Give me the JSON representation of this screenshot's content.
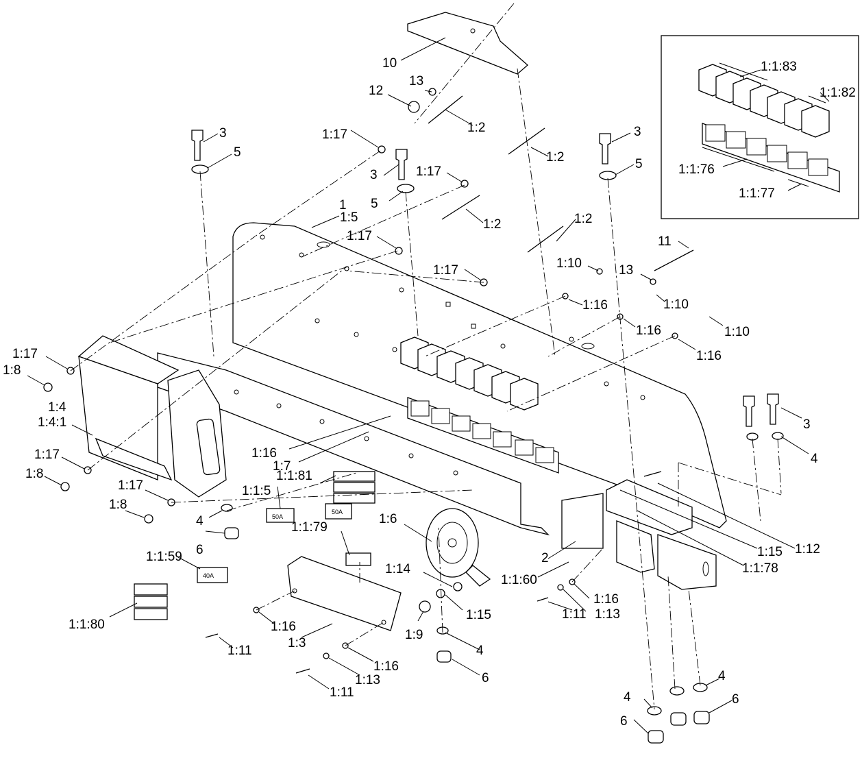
{
  "labels": {
    "l_1": "1",
    "l_1_2": "1:2",
    "l_1_3": "1:3",
    "l_1_4": "1:4",
    "l_1_4_1": "1:4:1",
    "l_1_5": "1:5",
    "l_1_6": "1:6",
    "l_1_7": "1:7",
    "l_1_8": "1:8",
    "l_1_9": "1:9",
    "l_1_10": "1:10",
    "l_1_11": "1:11",
    "l_1_12": "1:12",
    "l_1_13": "1:13",
    "l_1_14": "1:14",
    "l_1_15": "1:15",
    "l_1_16": "1:16",
    "l_1_17": "1:17",
    "l_1_1_5": "1:1:5",
    "l_1_1_59": "1:1:59",
    "l_1_1_60": "1:1:60",
    "l_1_1_76": "1:1:76",
    "l_1_1_77": "1:1:77",
    "l_1_1_78": "1:1:78",
    "l_1_1_79": "1:1:79",
    "l_1_1_80": "1:1:80",
    "l_1_1_81": "1:1:81",
    "l_1_1_82": "1:1:82",
    "l_1_1_83": "1:1:83",
    "l_2": "2",
    "l_3": "3",
    "l_4": "4",
    "l_5": "5",
    "l_6": "6",
    "l_10": "10",
    "l_11": "11",
    "l_12": "12",
    "l_13": "13"
  },
  "fuse_ratings": {
    "fuse_a": "50A",
    "fuse_b": "50A",
    "fuse_c": "40A"
  }
}
